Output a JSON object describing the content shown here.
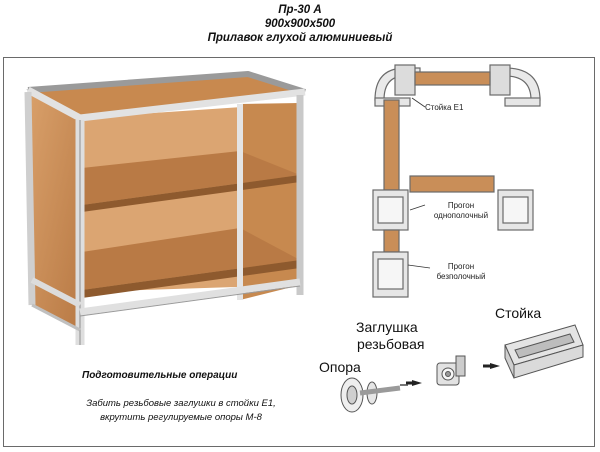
{
  "header": {
    "code": "Пр-30 А",
    "size": "900х900х500",
    "name": "Прилавок глухой алюминиевый"
  },
  "profile": {
    "post_label": "Стойка Е1",
    "single_rail_label_line1": "Прогон",
    "single_rail_label_line2": "однополочный",
    "no_shelf_rail_label_line1": "Прогон",
    "no_shelf_rail_label_line2": "безполочный"
  },
  "assembly": {
    "plug_label_line1": "Заглушка",
    "plug_label_line2": "резьбовая",
    "post_label": "Стойка",
    "foot_label": "Опора"
  },
  "prep": {
    "title": "Подготовительные операции",
    "line1": "Забить резьбовые заглушки в стойки Е1,",
    "line2": "вкрутить регулируемые опоры М-8"
  },
  "colors": {
    "wood": "#c98e58",
    "wood_dark": "#a96c3c",
    "aluminium": "#d6d6d6",
    "outline": "#5a5a5a"
  }
}
